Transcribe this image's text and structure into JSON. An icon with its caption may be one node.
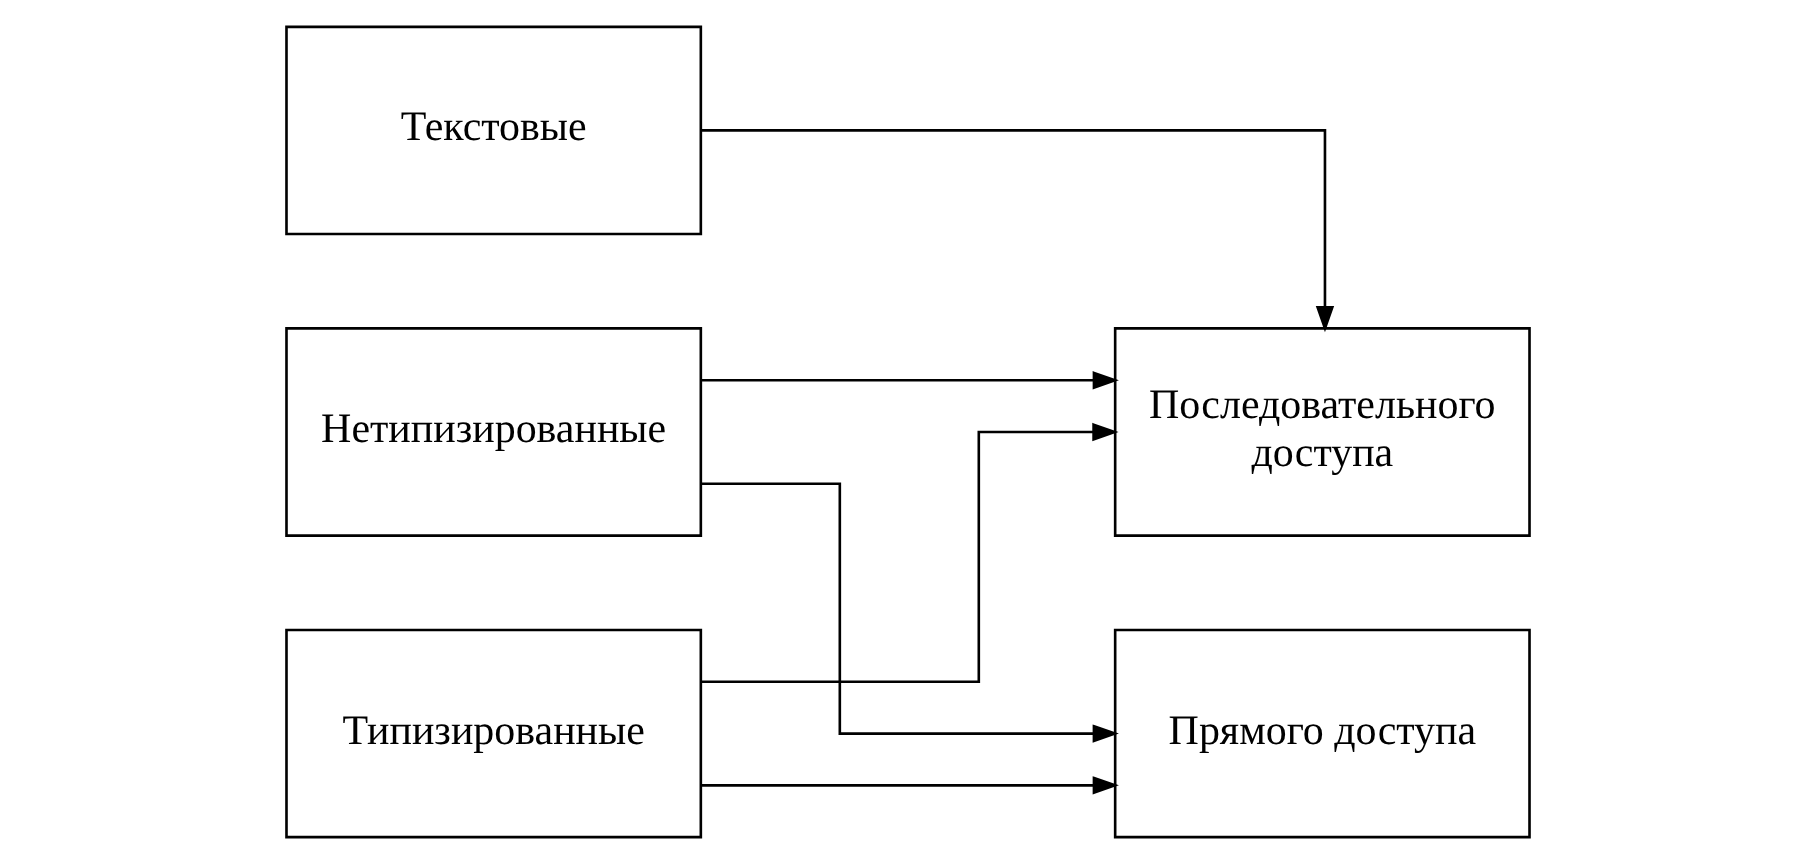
{
  "diagram": {
    "nodes": [
      {
        "text": [
          "Текстовые"
        ]
      },
      {
        "text": [
          "Типизированные"
        ]
      },
      {
        "text": [
          "Нетипизированные"
        ]
      },
      {
        "text": [
          "Последовательного доступа"
        ]
      },
      {
        "text": [
          "Прямого доступа"
        ]
      }
    ],
    "edges": [
      {
        "from": 0,
        "to": 3,
        "arrow": "to"
      },
      {
        "from": 1,
        "to": 3,
        "arrow": "to"
      },
      {
        "from": 1,
        "to": 4,
        "arrow": "to"
      },
      {
        "from": 2,
        "to": 3,
        "arrow": "to"
      },
      {
        "from": 2,
        "to": 4,
        "arrow": "to"
      }
    ]
  }
}
